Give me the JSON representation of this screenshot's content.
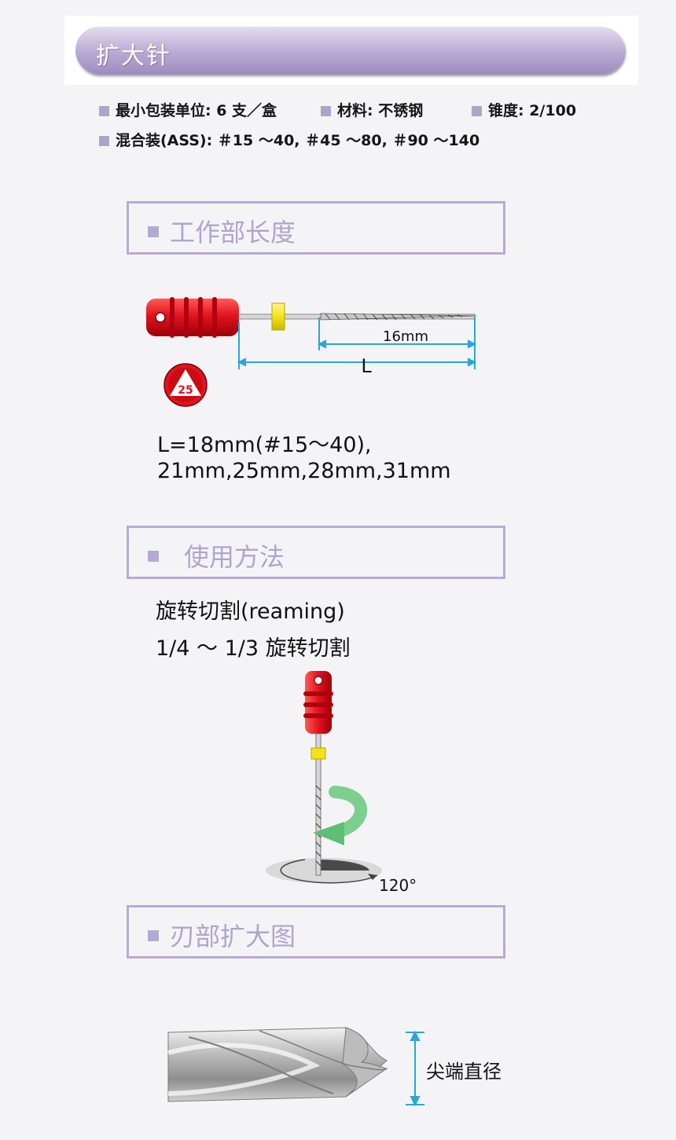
{
  "header": {
    "title": "扩大针"
  },
  "specs": {
    "package": "最小包装单位: 6 支／盒",
    "material": "材料: 不锈钢",
    "taper": "锥度: 2/100",
    "assortment": "混合装(ASS): ＃15 ～40, ＃45 ～80, ＃90 ～140"
  },
  "sections": {
    "working_length": {
      "title": "工作部长度"
    },
    "usage": {
      "title": "使用方法"
    },
    "blade": {
      "title": "刃部扩大图"
    }
  },
  "working_length": {
    "dim_blade": "16mm",
    "dim_total": "L",
    "size_badge": "25",
    "lengths_line1": "L=18mm(#15～40),",
    "lengths_line2": "21mm,25mm,28mm,31mm"
  },
  "usage": {
    "line1": "旋转切割(reaming)",
    "line2": "1/4 ～ 1/3 旋转切割",
    "angle": "120°"
  },
  "blade": {
    "tip_label": "尖端直径"
  },
  "colors": {
    "banner": "#b9aad3",
    "section_border": "#b8abd6",
    "handle_red": "#e0141e",
    "stopper_yellow": "#f2e316",
    "dimension_blue": "#2ba4dc",
    "arrow_green": "#7ccf8f"
  }
}
